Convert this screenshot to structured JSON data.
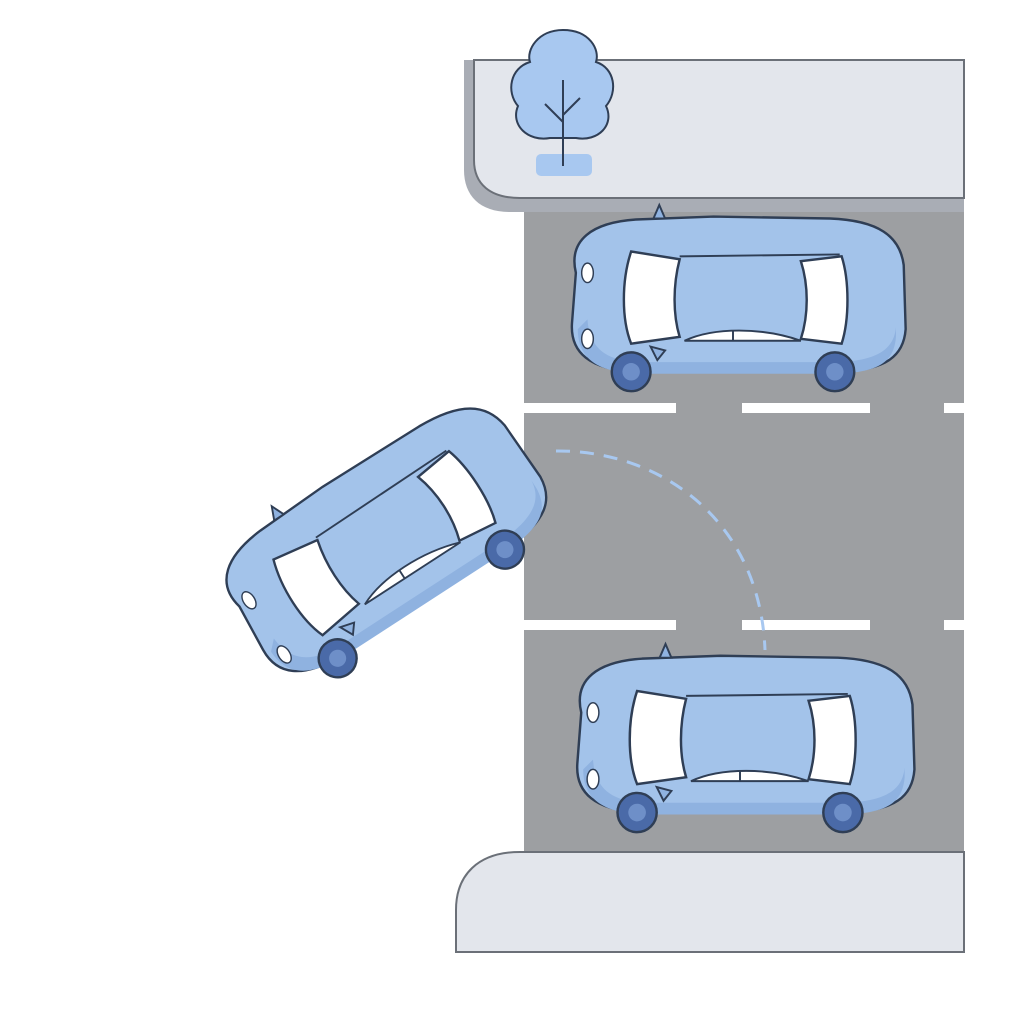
{
  "scene": {
    "subject": "parallel-parking",
    "colors": {
      "background": "#ffffff",
      "sidewalk": "#e3e6ec",
      "sidewalk_edge": "#a9adb5",
      "road": "#9d9fa2",
      "lane_marking": "#ffffff",
      "car_body": "#a3c3ea",
      "car_body_shade": "#8fb2e0",
      "car_outline": "#2f3e55",
      "window": "#ffffff",
      "wheel": "#4a6aa8",
      "tree": "#a8c8f0",
      "path": "#a8c8f0"
    },
    "icons": [
      "tree-icon",
      "car-icon",
      "path-arrow"
    ],
    "cars": [
      {
        "role": "parked-car-front",
        "state": "parked"
      },
      {
        "role": "maneuvering-car",
        "state": "reversing-into-space"
      },
      {
        "role": "parked-car-rear",
        "state": "parked"
      }
    ]
  }
}
